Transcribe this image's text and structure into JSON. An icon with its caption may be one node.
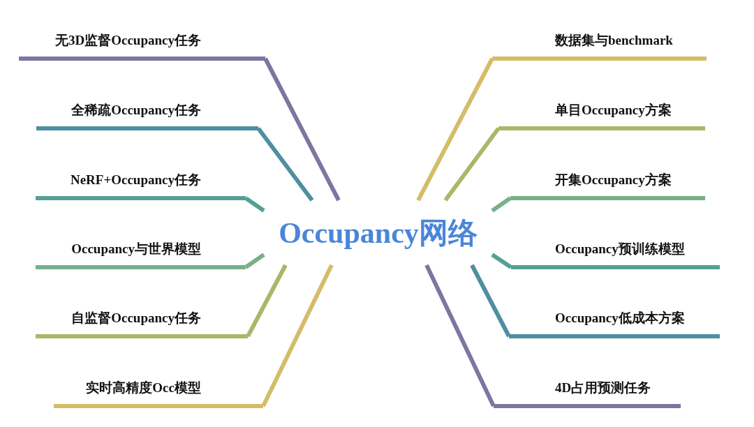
{
  "diagram": {
    "nodes": [
      {
        "text": [
          "Occupancy网络"
        ]
      },
      {
        "text": [
          "无3D监督Occupancy任务"
        ]
      },
      {
        "text": [
          "全稀疏Occupancy任务"
        ]
      },
      {
        "text": [
          "NeRF+Occupancy任务"
        ]
      },
      {
        "text": [
          "Occupancy与世界模型"
        ]
      },
      {
        "text": [
          "自监督Occupancy任务"
        ]
      },
      {
        "text": [
          "实时高精度Occ模型"
        ]
      },
      {
        "text": [
          "数据集与benchmark"
        ]
      },
      {
        "text": [
          "单目Occupancy方案"
        ]
      },
      {
        "text": [
          "开集Occupancy方案"
        ]
      },
      {
        "text": [
          "Occupancy预训练模型"
        ]
      },
      {
        "text": [
          "Occupancy低成本方案"
        ]
      },
      {
        "text": [
          "4D占用预测任务"
        ]
      }
    ],
    "edges": [
      {
        "from": 0,
        "to": 1,
        "arrow": "none",
        "color": "#7a78a0"
      },
      {
        "from": 0,
        "to": 2,
        "arrow": "none",
        "color": "#4e8fa0"
      },
      {
        "from": 0,
        "to": 3,
        "arrow": "none",
        "color": "#55a096"
      },
      {
        "from": 0,
        "to": 4,
        "arrow": "none",
        "color": "#78b08a"
      },
      {
        "from": 0,
        "to": 5,
        "arrow": "none",
        "color": "#a8b86a"
      },
      {
        "from": 0,
        "to": 6,
        "arrow": "none",
        "color": "#d4bc68"
      },
      {
        "from": 0,
        "to": 7,
        "arrow": "none",
        "color": "#d4bc68"
      },
      {
        "from": 0,
        "to": 8,
        "arrow": "none",
        "color": "#a8b86a"
      },
      {
        "from": 0,
        "to": 9,
        "arrow": "none",
        "color": "#78b08a"
      },
      {
        "from": 0,
        "to": 10,
        "arrow": "none",
        "color": "#55a096"
      },
      {
        "from": 0,
        "to": 11,
        "arrow": "none",
        "color": "#4e8fa0"
      },
      {
        "from": 0,
        "to": 12,
        "arrow": "none",
        "color": "#7a78a0"
      }
    ]
  }
}
